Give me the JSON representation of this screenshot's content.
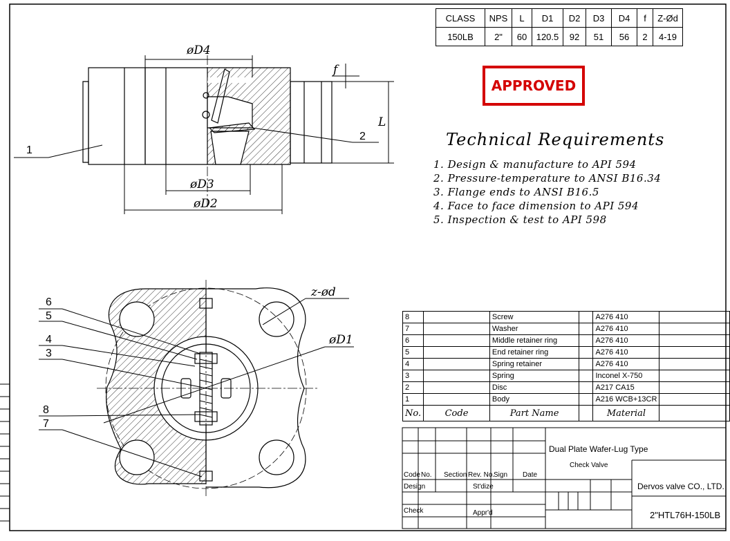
{
  "spec_table": {
    "headers": [
      "CLASS",
      "NPS",
      "L",
      "D1",
      "D2",
      "D3",
      "D4",
      "f",
      "Z-Ød"
    ],
    "values": [
      "150LB",
      "2\"",
      "60",
      "120.5",
      "92",
      "51",
      "56",
      "2",
      "4-19"
    ]
  },
  "stamp": {
    "text": "APPROVED",
    "color": "#d40000"
  },
  "requirements": {
    "title": "Technical Requirements",
    "items": [
      "1. Design & manufacture to API 594",
      "2. Pressure-temperature to ANSI B16.34",
      "3. Flange ends to ANSI B16.5",
      "4. Face to face dimension to API 594",
      "5. Inspection & test to API 598"
    ]
  },
  "dimensions": {
    "d4": "øD4",
    "d3": "øD3",
    "d2": "øD2",
    "d1": "øD1",
    "f": "f",
    "L": "L",
    "zd": "z-ød"
  },
  "callouts": {
    "p1": "1",
    "p2": "2",
    "p3": "3",
    "p4": "4",
    "p5": "5",
    "p6": "6",
    "p7": "7",
    "p8": "8"
  },
  "parts_list": {
    "rows": [
      {
        "no": "8",
        "code": "",
        "name": "Screw",
        "material": "A276 410"
      },
      {
        "no": "7",
        "code": "",
        "name": "Washer",
        "material": "A276 410"
      },
      {
        "no": "6",
        "code": "",
        "name": "Middle retainer ring",
        "material": "A276 410"
      },
      {
        "no": "5",
        "code": "",
        "name": "End retainer ring",
        "material": "A276 410"
      },
      {
        "no": "4",
        "code": "",
        "name": "Spring retainer",
        "material": "A276 410"
      },
      {
        "no": "3",
        "code": "",
        "name": "Spring",
        "material": "Inconel X-750"
      },
      {
        "no": "2",
        "code": "",
        "name": "Disc",
        "material": "A217 CA15"
      },
      {
        "no": "1",
        "code": "",
        "name": "Body",
        "material": "A216 WCB+13CR"
      }
    ],
    "header": {
      "no": "No.",
      "code": "Code",
      "name": "Part Name",
      "material": "Material"
    }
  },
  "title_block": {
    "product_line1": "Dual Plate Wafer-Lug Type",
    "product_line2": "Check Valve",
    "company": "Dervos valve CO., LTD.",
    "model": "2\"HTL76H-150LB",
    "labels": {
      "code": "Code",
      "no": "No.",
      "section": "Section",
      "rev_no": "Rev. No.",
      "sign": "Sign",
      "date": "Date",
      "design": "Design",
      "stdize": "St'dize",
      "check": "Check",
      "apprd": "Appr'd"
    }
  }
}
